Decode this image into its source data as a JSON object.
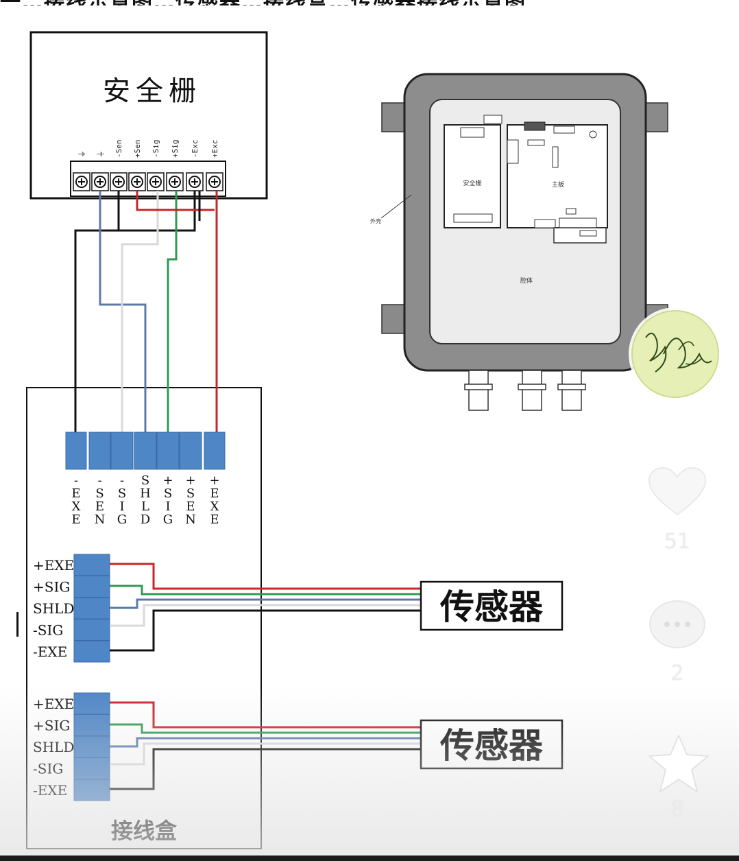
{
  "page": {
    "top_caption_partial": "一…接线示意图…传感器…接线盒…传感器接线示意图"
  },
  "barrier_box": {
    "title": "安全栅",
    "terminals": [
      "⏚",
      "⏚",
      "-Sen",
      "+Sen",
      "-Sig",
      "+Sig",
      "-Exc",
      "+Exc"
    ]
  },
  "enclosure": {
    "left_board_label": "安全栅",
    "right_board_label": "主板",
    "body_label": "腔体",
    "shell_label": "外壳"
  },
  "junction_box": {
    "title": "接线盒",
    "top_terminals": [
      {
        "sign": "-",
        "letters": "EXE"
      },
      {
        "sign": "-",
        "letters": "SEN"
      },
      {
        "sign": "-",
        "letters": "SIG"
      },
      {
        "sign": "",
        "letters": "SHLD"
      },
      {
        "sign": "+",
        "letters": "SIG"
      },
      {
        "sign": "+",
        "letters": "SEN"
      },
      {
        "sign": "+",
        "letters": "EXE"
      }
    ],
    "sensor_groups": [
      {
        "pins": [
          "+EXE",
          "+SIG",
          "SHLD",
          "-SIG",
          "-EXE"
        ],
        "sensor_label": "传感器"
      },
      {
        "pins": [
          "+EXE",
          "+SIG",
          "SHLD",
          "-SIG",
          "-EXE"
        ],
        "sensor_label": "传感器"
      }
    ]
  },
  "wire_colors": {
    "black": "#111111",
    "blue": "#5b7aa8",
    "white": "#d9d9d9",
    "green": "#2f9a52",
    "red": "#c8242a"
  },
  "terminal_fill": "#4f86c6",
  "actions": [
    {
      "icon": "heart-icon",
      "count": "51"
    },
    {
      "icon": "comment-icon",
      "count": "2"
    },
    {
      "icon": "star-icon",
      "count": "8"
    }
  ]
}
